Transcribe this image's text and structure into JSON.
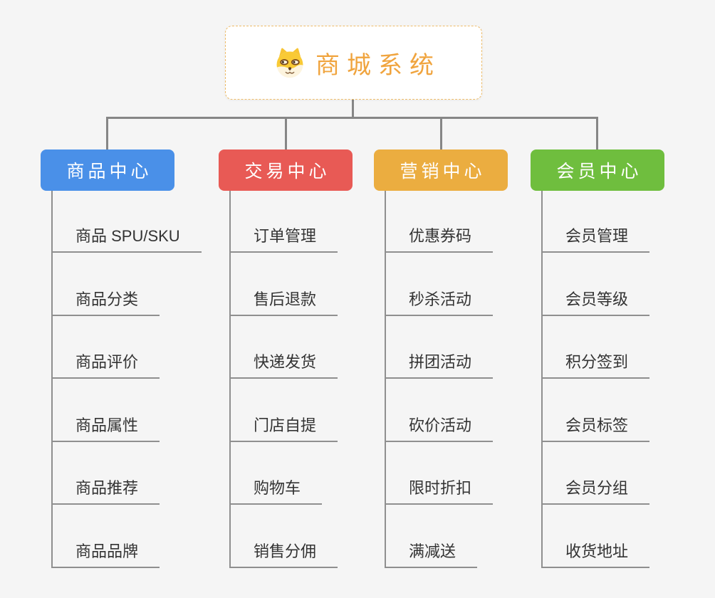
{
  "page": {
    "background": "#F5F5F5",
    "connector_color": "#868686",
    "text_color": "#333333"
  },
  "root": {
    "title": "商城系统",
    "icon": "dog-face-icon",
    "title_color": "#F0A43E",
    "border_color": "#EDBB68",
    "background": "#FFFFFF"
  },
  "branches": [
    {
      "label": "商品中心",
      "color": "#4A90E8",
      "items": [
        "商品 SPU/SKU",
        "商品分类",
        "商品评价",
        "商品属性",
        "商品推荐",
        "商品品牌"
      ]
    },
    {
      "label": "交易中心",
      "color": "#E85A55",
      "items": [
        "订单管理",
        "售后退款",
        "快递发货",
        "门店自提",
        "购物车",
        "销售分佣"
      ]
    },
    {
      "label": "营销中心",
      "color": "#EBAD40",
      "items": [
        "优惠券码",
        "秒杀活动",
        "拼团活动",
        "砍价活动",
        "限时折扣",
        "满减送"
      ]
    },
    {
      "label": "会员中心",
      "color": "#6FBE3E",
      "items": [
        "会员管理",
        "会员等级",
        "积分签到",
        "会员标签",
        "会员分组",
        "收货地址"
      ]
    }
  ]
}
